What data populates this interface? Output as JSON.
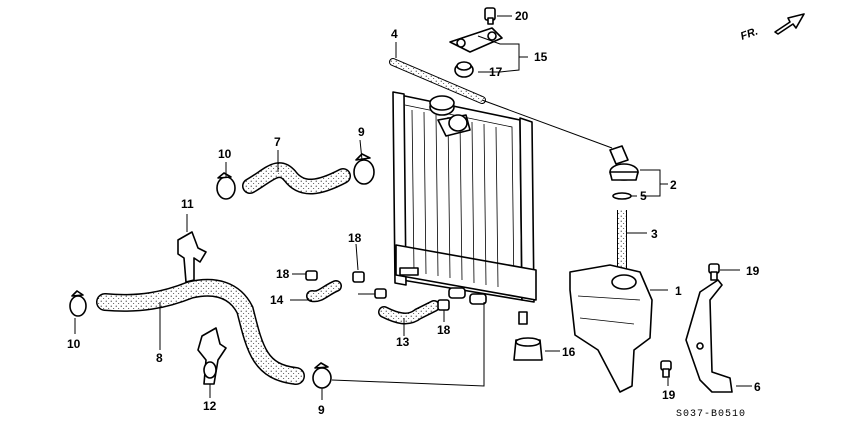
{
  "diagram_code": "S037-B0510",
  "front_indicator": "FR.",
  "callouts": [
    {
      "id": "c1",
      "label": "1"
    },
    {
      "id": "c2",
      "label": "2"
    },
    {
      "id": "c3",
      "label": "3"
    },
    {
      "id": "c4",
      "label": "4"
    },
    {
      "id": "c5",
      "label": "5"
    },
    {
      "id": "c6",
      "label": "6"
    },
    {
      "id": "c7",
      "label": "7"
    },
    {
      "id": "c8",
      "label": "8"
    },
    {
      "id": "c9a",
      "label": "9"
    },
    {
      "id": "c9b",
      "label": "9"
    },
    {
      "id": "c10a",
      "label": "10"
    },
    {
      "id": "c10b",
      "label": "10"
    },
    {
      "id": "c11",
      "label": "11"
    },
    {
      "id": "c12",
      "label": "12"
    },
    {
      "id": "c13",
      "label": "13"
    },
    {
      "id": "c14",
      "label": "14"
    },
    {
      "id": "c15",
      "label": "15"
    },
    {
      "id": "c16",
      "label": "16"
    },
    {
      "id": "c17",
      "label": "17"
    },
    {
      "id": "c18a",
      "label": "18"
    },
    {
      "id": "c18b",
      "label": "18"
    },
    {
      "id": "c18c",
      "label": "18"
    },
    {
      "id": "c19a",
      "label": "19"
    },
    {
      "id": "c19b",
      "label": "19"
    },
    {
      "id": "c20",
      "label": "20"
    }
  ]
}
